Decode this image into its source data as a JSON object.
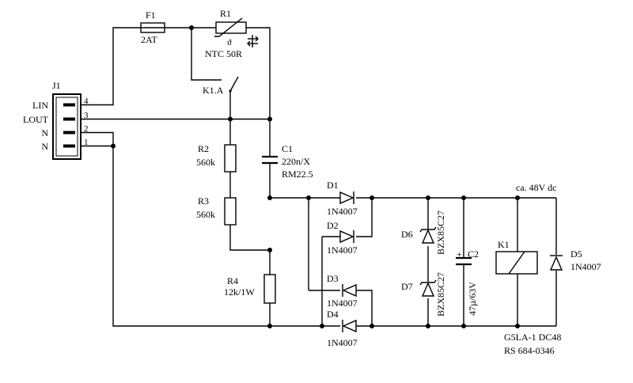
{
  "connector": {
    "ref": "J1",
    "pins": [
      {
        "num": "4",
        "label": "LIN"
      },
      {
        "num": "3",
        "label": "LOUT"
      },
      {
        "num": "2",
        "label": "N"
      },
      {
        "num": "1",
        "label": "N"
      }
    ]
  },
  "fuse": {
    "ref": "F1",
    "value": "2AT"
  },
  "ntc": {
    "ref": "R1",
    "value": "NTC 50R",
    "symbol": "ϑ"
  },
  "relay_contact": {
    "ref": "K1.A"
  },
  "capacitor_c1": {
    "ref": "C1",
    "value": "220n/X",
    "extra": "RM22.5"
  },
  "resistor_r2": {
    "ref": "R2",
    "value": "560k"
  },
  "resistor_r3": {
    "ref": "R3",
    "value": "560k"
  },
  "resistor_r4": {
    "ref": "R4",
    "value": "12k/1W"
  },
  "diodes_bridge": [
    {
      "ref": "D1",
      "value": "1N4007"
    },
    {
      "ref": "D2",
      "value": "1N4007"
    },
    {
      "ref": "D3",
      "value": "1N4007"
    },
    {
      "ref": "D4",
      "value": "1N4007"
    }
  ],
  "zener_d6": {
    "ref": "D6",
    "value": "BZX85C27"
  },
  "zener_d7": {
    "ref": "D7",
    "value": "BZX85C27"
  },
  "capacitor_c2": {
    "ref": "C2",
    "value": "47µ/63V",
    "polarity": "+"
  },
  "relay_coil": {
    "ref": "K1",
    "part": "G5LA-1 DC48",
    "order": "RS 684-0346"
  },
  "diode_d5": {
    "ref": "D5",
    "value": "1N4007"
  },
  "supply_label": "ca. 48V dc"
}
